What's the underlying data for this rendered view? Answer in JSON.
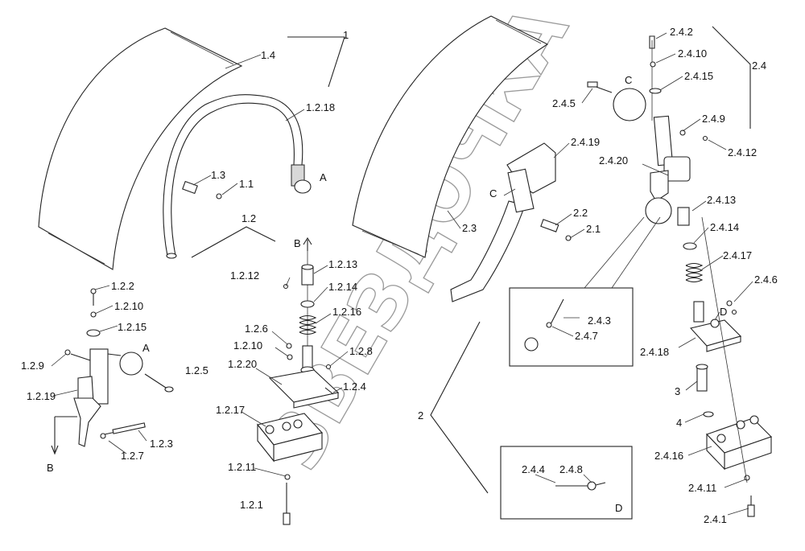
{
  "watermark": "ЗВЕЗДОЧКА",
  "labels": {
    "l_1": "1",
    "l_1_4": "1.4",
    "l_1_2_18": "1.2.18",
    "l_A_top": "A",
    "l_1_3": "1.3",
    "l_1_1": "1.1",
    "l_1_2": "1.2",
    "l_B_top": "B",
    "l_1_2_2": "1.2.2",
    "l_1_2_10a": "1.2.10",
    "l_1_2_15": "1.2.15",
    "l_A_left": "A",
    "l_1_2_9": "1.2.9",
    "l_1_2_5": "1.2.5",
    "l_1_2_19": "1.2.19",
    "l_1_2_3": "1.2.3",
    "l_1_2_7": "1.2.7",
    "l_B_bottom": "B",
    "l_1_2_12": "1.2.12",
    "l_1_2_13": "1.2.13",
    "l_1_2_14": "1.2.14",
    "l_1_2_16": "1.2.16",
    "l_1_2_6": "1.2.6",
    "l_1_2_10b": "1.2.10",
    "l_1_2_8": "1.2.8",
    "l_1_2_20": "1.2.20",
    "l_1_2_4": "1.2.4",
    "l_1_2_17": "1.2.17",
    "l_1_2_11": "1.2.11",
    "l_1_2_1": "1.2.1",
    "l_2": "2",
    "l_2_3": "2.3",
    "l_2_2": "2.2",
    "l_2_1": "2.1",
    "l_C_mid": "C",
    "l_2_4_19": "2.4.19",
    "l_2_4_5": "2.4.5",
    "l_C_top": "C",
    "l_2_4_2": "2.4.2",
    "l_2_4_10": "2.4.10",
    "l_2_4_15": "2.4.15",
    "l_2_4": "2.4",
    "l_2_4_9": "2.4.9",
    "l_2_4_12": "2.4.12",
    "l_2_4_20": "2.4.20",
    "l_2_4_13": "2.4.13",
    "l_2_4_14": "2.4.14",
    "l_2_4_17": "2.4.17",
    "l_2_4_6": "2.4.6",
    "l_D_right": "D",
    "l_2_4_18": "2.4.18",
    "l_2_4_3": "2.4.3",
    "l_2_4_7": "2.4.7",
    "l_3": "3",
    "l_4": "4",
    "l_2_4_16": "2.4.16",
    "l_2_4_4": "2.4.4",
    "l_2_4_8": "2.4.8",
    "l_D_box": "D",
    "l_2_4_11": "2.4.11",
    "l_2_4_1": "2.4.1"
  }
}
